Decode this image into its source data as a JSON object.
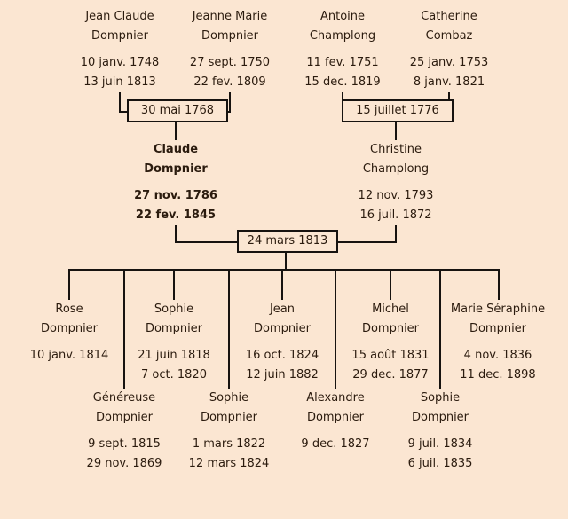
{
  "colors": {
    "background": "#fbe6d2",
    "line": "#171310",
    "text": "#2b1b0e"
  },
  "gen1": [
    {
      "name1": "Jean Claude",
      "name2": "Dompnier",
      "birth": "10 janv. 1748",
      "death": "13 juin 1813"
    },
    {
      "name1": "Jeanne Marie",
      "name2": "Dompnier",
      "birth": "27 sept. 1750",
      "death": "22 fev. 1809"
    },
    {
      "name1": "Antoine",
      "name2": "Champlong",
      "birth": "11 fev. 1751",
      "death": "15 dec. 1819"
    },
    {
      "name1": "Catherine",
      "name2": "Combaz",
      "birth": "25 janv. 1753",
      "death": "8 janv. 1821"
    }
  ],
  "marriages": [
    {
      "date": "30 mai 1768"
    },
    {
      "date": "15 juillet 1776"
    },
    {
      "date": "24 mars 1813"
    }
  ],
  "gen2": [
    {
      "name1": "Claude",
      "name2": "Dompnier",
      "birth": "27 nov. 1786",
      "death": "22 fev. 1845"
    },
    {
      "name1": "Christine",
      "name2": "Champlong",
      "birth": "12 nov. 1793",
      "death": "16 juil. 1872"
    }
  ],
  "gen3_upper": [
    {
      "name1": "Rose",
      "name2": "Dompnier",
      "birth": "10 janv. 1814",
      "death": ""
    },
    {
      "name1": "Sophie",
      "name2": "Dompnier",
      "birth": "21 juin 1818",
      "death": "7 oct. 1820"
    },
    {
      "name1": "Jean",
      "name2": "Dompnier",
      "birth": "16 oct. 1824",
      "death": "12 juin 1882"
    },
    {
      "name1": "Michel",
      "name2": "Dompnier",
      "birth": "15 août 1831",
      "death": "29 dec. 1877"
    },
    {
      "name1": "Marie Séraphine",
      "name2": "Dompnier",
      "birth": "4 nov. 1836",
      "death": "11 dec. 1898"
    }
  ],
  "gen3_lower": [
    {
      "name1": "Généreuse",
      "name2": "Dompnier",
      "birth": "9 sept. 1815",
      "death": "29 nov. 1869"
    },
    {
      "name1": "Sophie",
      "name2": "Dompnier",
      "birth": "1 mars 1822",
      "death": "12 mars 1824"
    },
    {
      "name1": "Alexandre",
      "name2": "Dompnier",
      "birth": "9 dec. 1827",
      "death": ""
    },
    {
      "name1": "Sophie",
      "name2": "Dompnier",
      "birth": "9 juil. 1834",
      "death": "6 juil. 1835"
    }
  ]
}
